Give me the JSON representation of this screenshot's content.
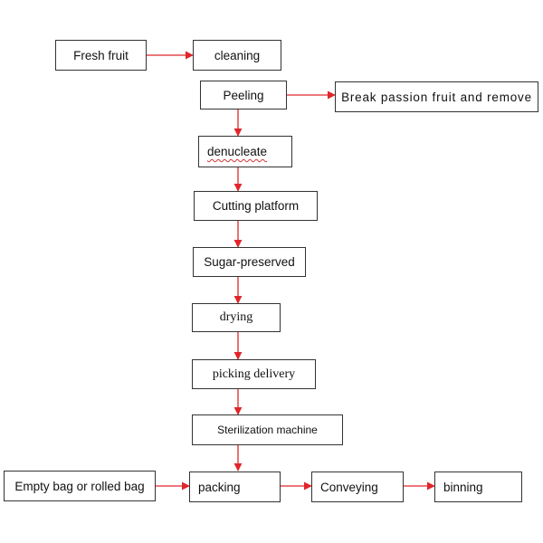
{
  "diagram": {
    "arrow_color": "#e0262a",
    "nodes": {
      "fresh_fruit": "Fresh fruit",
      "cleaning": "cleaning",
      "peeling": "Peeling",
      "break_passion": "Break passion fruit and remove",
      "denucleate": "denucleate",
      "cutting_platform": "Cutting platform",
      "sugar_preserved": "Sugar-preserved",
      "drying": "drying",
      "picking_delivery": "picking delivery",
      "sterilization": "Sterilization machine",
      "empty_bag": "Empty bag or rolled bag",
      "packing": "packing",
      "conveying": "Conveying",
      "binning": "binning"
    }
  }
}
